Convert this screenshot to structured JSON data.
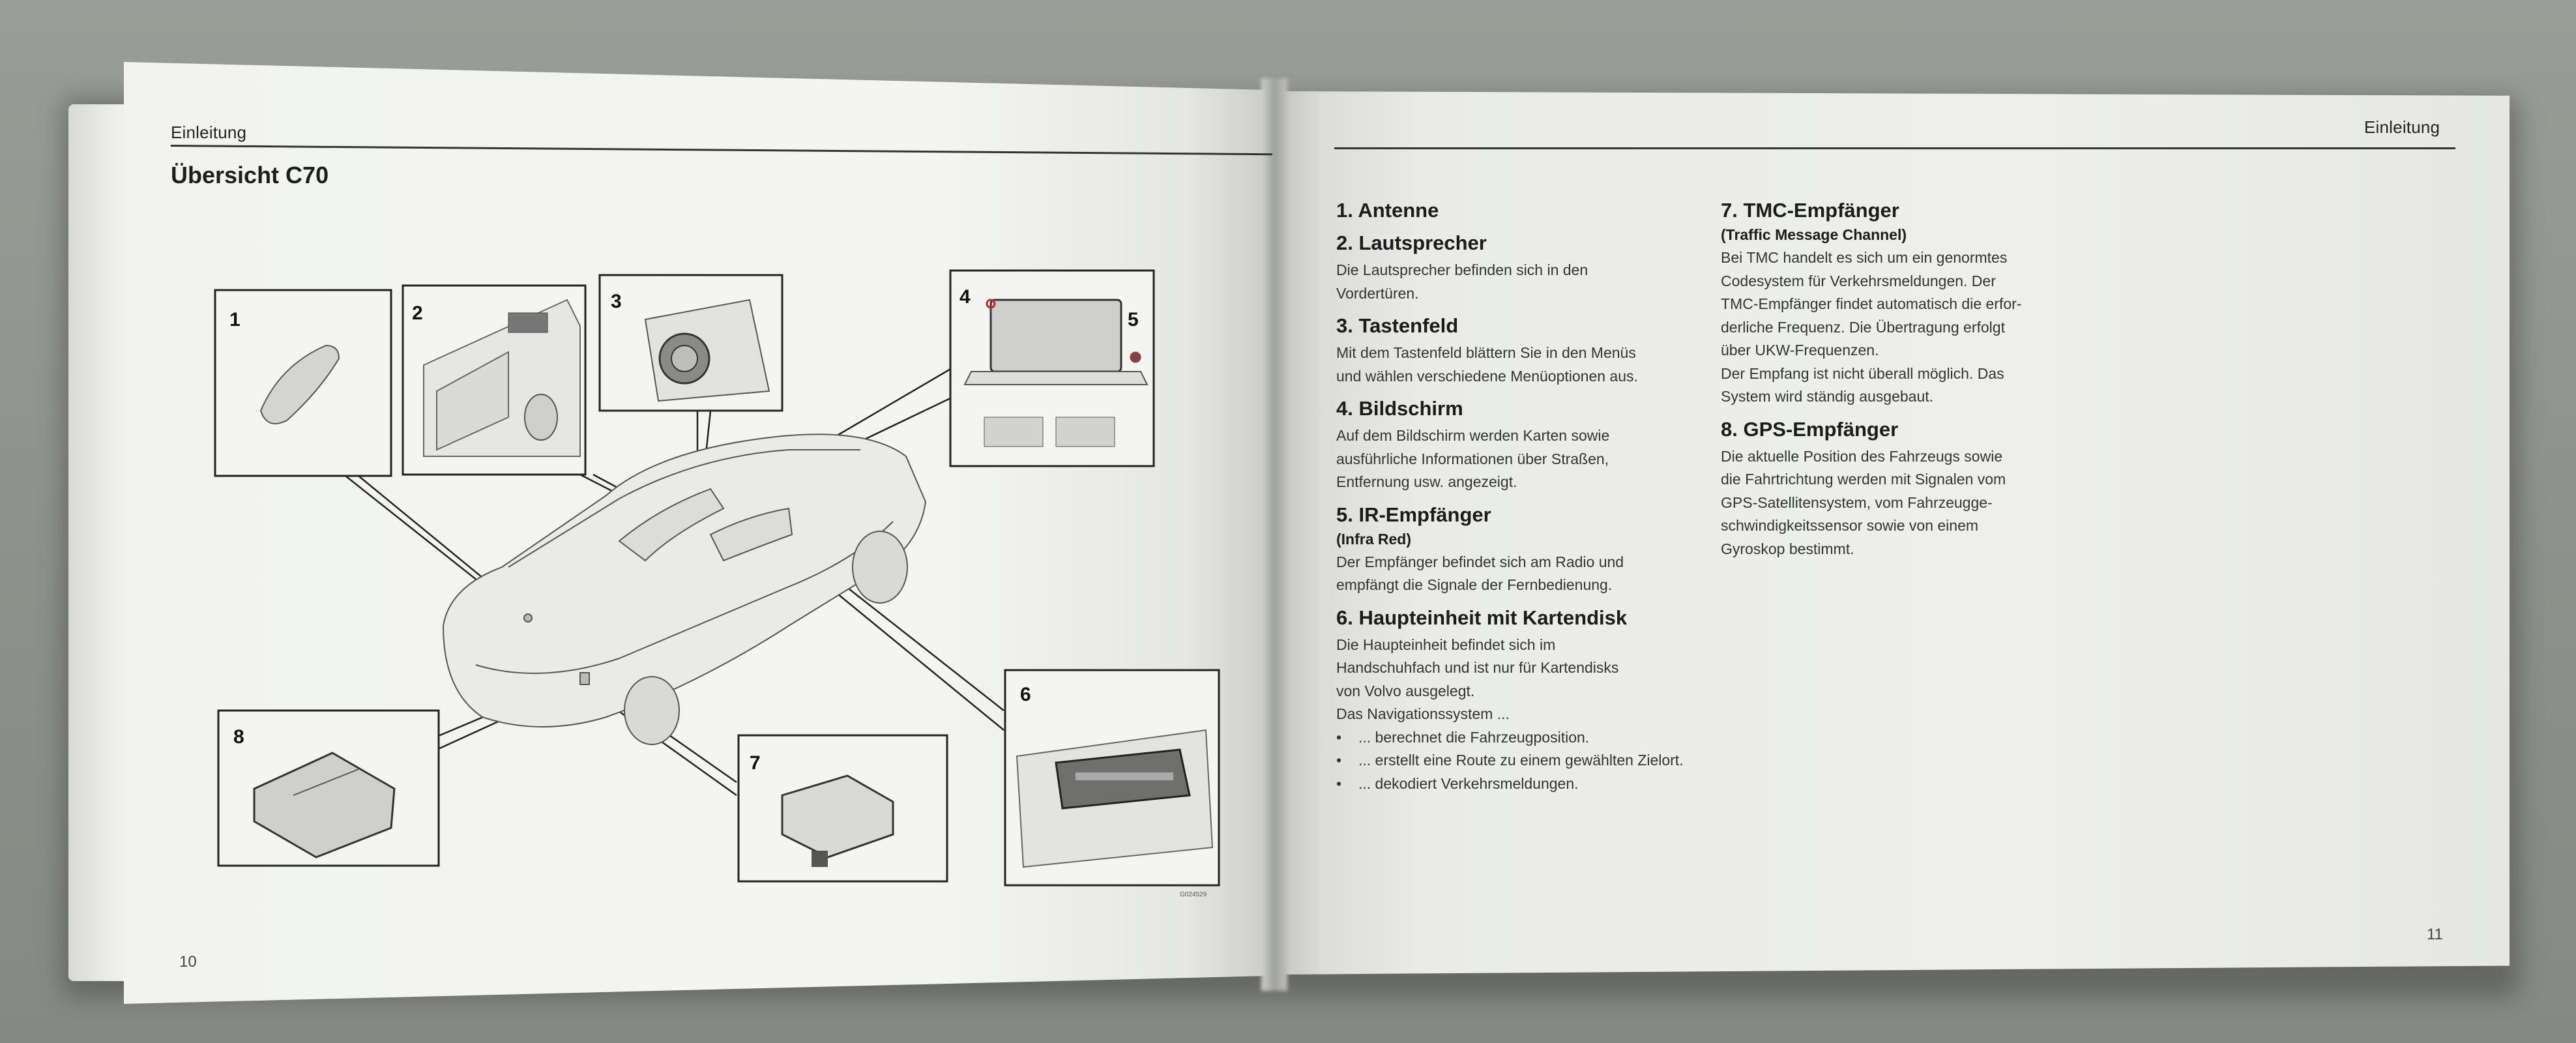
{
  "left_page": {
    "running_head": "Einleitung",
    "title": "Übersicht C70",
    "page_number": "10",
    "figure": {
      "callouts": [
        "1",
        "2",
        "3",
        "4",
        "5",
        "6",
        "7",
        "8"
      ],
      "code": "G024529"
    }
  },
  "right_page": {
    "running_head": "Einleitung",
    "page_number": "11",
    "sections": [
      {
        "heading": "1. Antenne"
      },
      {
        "heading": "2. Lautsprecher",
        "lines": [
          "Die Lautsprecher befinden sich in den",
          "Vordertüren."
        ]
      },
      {
        "heading": "3. Tastenfeld",
        "lines": [
          "Mit dem Tastenfeld blättern Sie in den Menüs",
          "und wählen verschiedene Menüoptionen aus."
        ]
      },
      {
        "heading": "4. Bildschirm",
        "lines": [
          "Auf dem Bildschirm werden Karten sowie",
          "ausführliche Informationen über Straßen,",
          "Entfernung usw. angezeigt."
        ]
      },
      {
        "heading": "5. IR-Empfänger",
        "subheading": "(Infra Red)",
        "lines": [
          "Der Empfänger befindet sich am Radio und",
          "empfängt die Signale der Fernbedienung."
        ]
      },
      {
        "heading": "6. Haupteinheit mit Kartendisk",
        "lines": [
          "Die Haupteinheit befindet sich im",
          "Handschuhfach und ist nur für Kartendisks",
          "von Volvo ausgelegt.",
          "Das Navigationssystem ..."
        ],
        "bullets": [
          "... berechnet die Fahrzeugposition.",
          "... erstellt eine Route zu einem gewählten Zielort.",
          "... dekodiert Verkehrsmeldungen."
        ]
      },
      {
        "heading": "7. TMC-Empfänger",
        "subheading": "(Traffic Message Channel)",
        "lines": [
          "Bei TMC handelt es sich um ein genormtes",
          "Codesystem für Verkehrsmeldungen. Der",
          "TMC-Empfänger findet automatisch die erfor-",
          "derliche Frequenz. Die Übertragung erfolgt",
          "über UKW-Frequenzen.",
          "Der Empfang ist nicht überall möglich. Das",
          "System wird ständig ausgebaut."
        ]
      },
      {
        "heading": "8. GPS-Empfänger",
        "lines": [
          "Die aktuelle Position des Fahrzeugs sowie",
          "die Fahrtrichtung werden mit Signalen vom",
          "GPS-Satellitensystem, vom Fahrzeugge-",
          "schwindigkeitssensor sowie von einem",
          "Gyroskop bestimmt."
        ]
      }
    ]
  }
}
